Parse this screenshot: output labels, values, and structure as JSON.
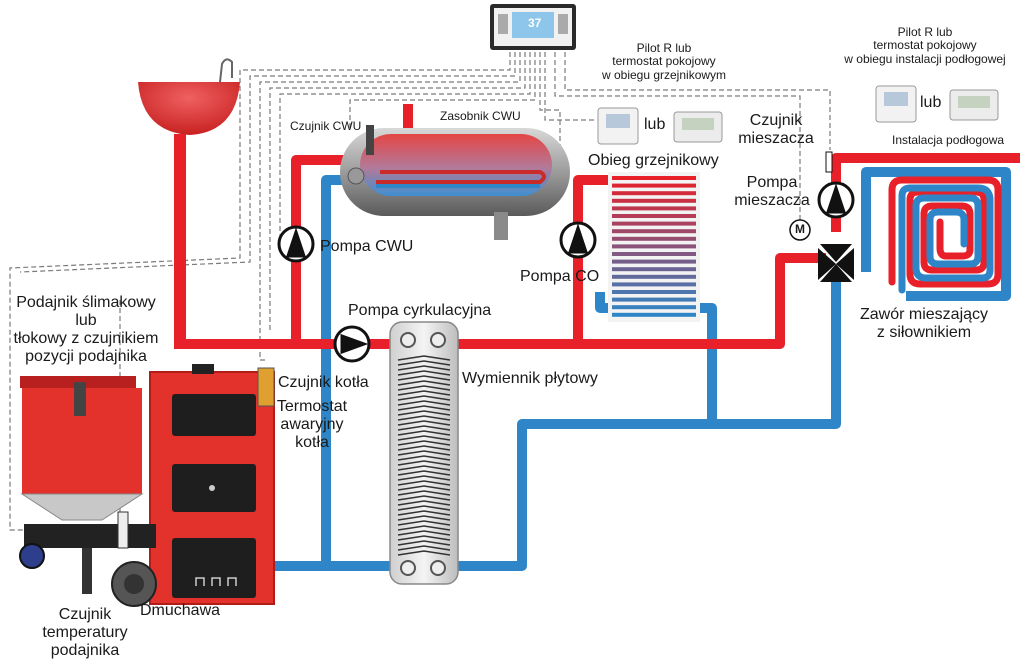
{
  "labels": {
    "pilot_heating": [
      "Pilot R lub",
      "termostat pokojowy",
      "w obiegu grzejnikowym"
    ],
    "pilot_floor": [
      "Pilot R lub",
      "termostat pokojowy",
      "w obiegu instalacji podłogowej"
    ],
    "lub_heating": "lub",
    "lub_floor": "lub",
    "floor_installation": "Instalacja podłogowa",
    "dhw_sensor": "Czujnik CWU",
    "dhw_tank": "Zasobnik CWU",
    "radiator_circuit": "Obieg grzejnikowy",
    "mixer_sensor": [
      "Czujnik",
      "mieszacza"
    ],
    "mixer_pump": [
      "Pompa",
      "mieszacza"
    ],
    "motor_symbol": "M",
    "dhw_pump": "Pompa CWU",
    "co_pump": "Pompa CO",
    "mixing_valve": [
      "Zawór mieszający",
      "z siłownikiem"
    ],
    "feeder": [
      "Podajnik ślimakowy",
      "lub",
      "tłokowy z czujnikiem",
      "pozycji podajnika"
    ],
    "circulation_pump": "Pompa cyrkulacyjna",
    "boiler_sensor": "Czujnik kotła",
    "emergency_thermostat": [
      "Termostat",
      "awaryjny",
      "kotła"
    ],
    "plate_exchanger": "Wymiennik płytowy",
    "blower": "Dmuchawa",
    "feeder_sensor": [
      "Czujnik",
      "temperatury",
      "podajnika"
    ],
    "controller_display": "37"
  },
  "colors": {
    "hot": "#e8202a",
    "cold": "#2e86c8",
    "boiler": "#e2322b",
    "dark": "#1e1e1e",
    "wire": "#777777"
  }
}
